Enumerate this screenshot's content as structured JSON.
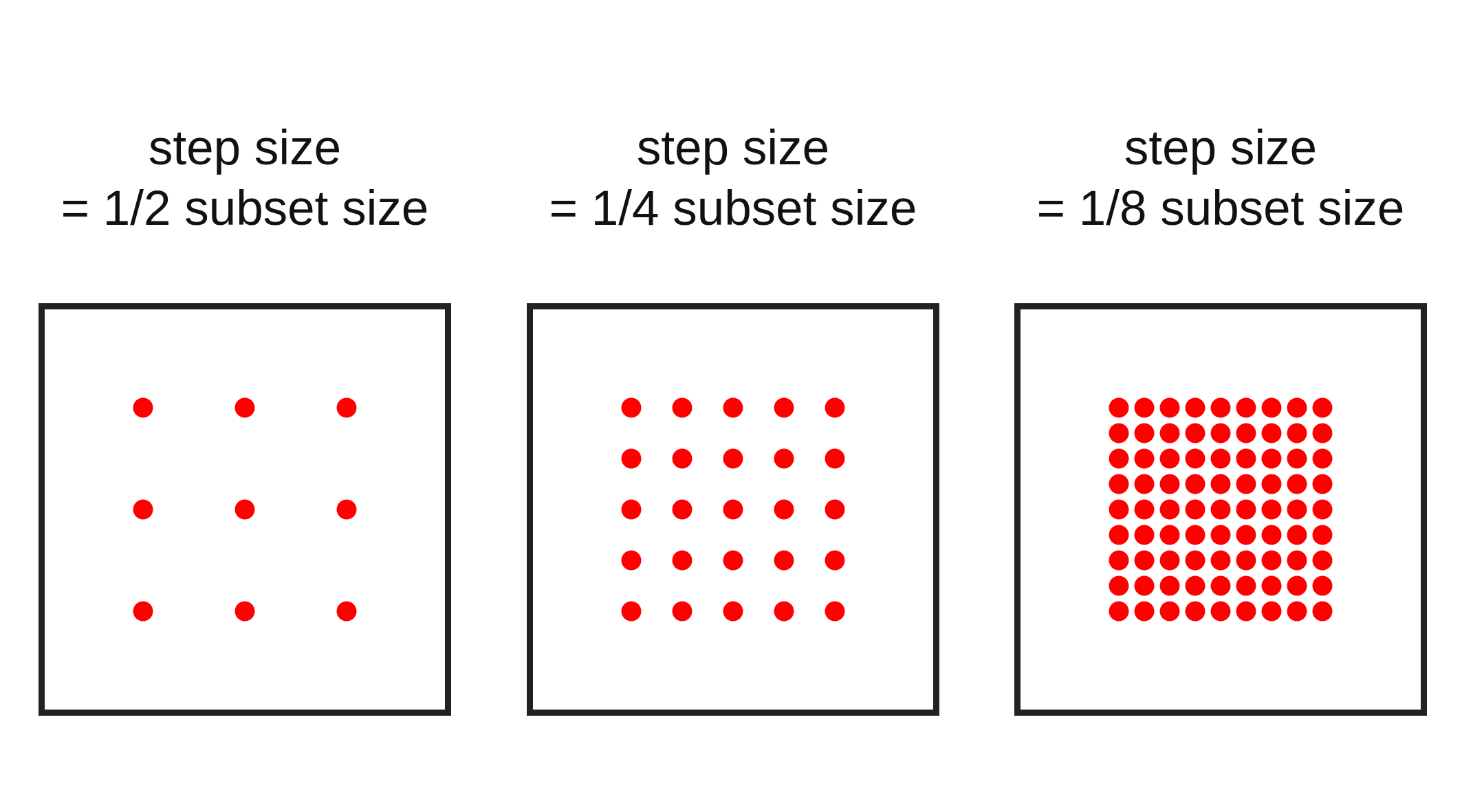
{
  "panels": [
    {
      "line1": "step size",
      "line2": "= 1/2 subset size",
      "grid_n": 3
    },
    {
      "line1": "step size",
      "line2": "= 1/4 subset size",
      "grid_n": 5
    },
    {
      "line1": "step size",
      "line2": "= 1/8 subset size",
      "grid_n": 9
    }
  ],
  "colors": {
    "dot": "#ff0000",
    "frame": "#222222",
    "text": "#111111"
  }
}
